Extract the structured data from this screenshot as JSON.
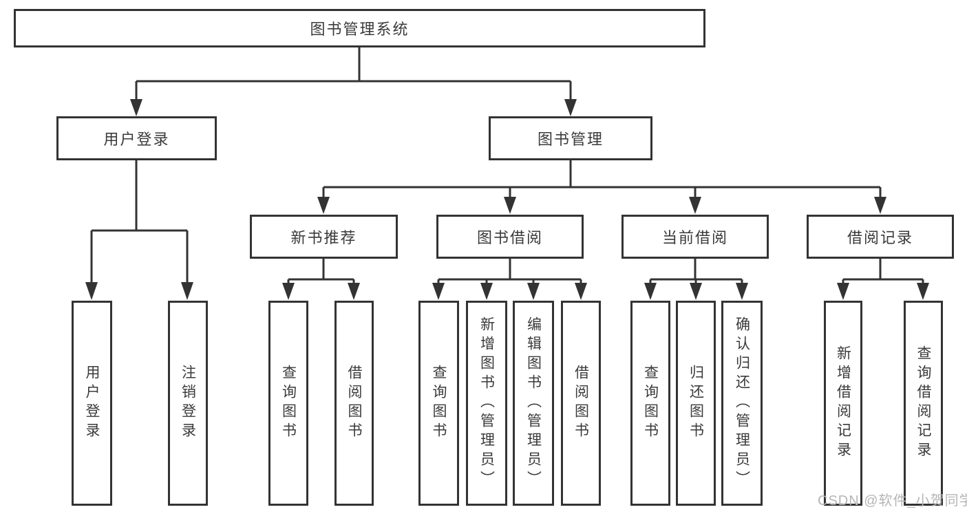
{
  "tree": {
    "label": "图书管理系统",
    "children": [
      {
        "label": "用户登录",
        "children": [
          {
            "label": "用户登录"
          },
          {
            "label": "注销登录"
          }
        ]
      },
      {
        "label": "图书管理",
        "children": [
          {
            "label": "新书推荐",
            "children": [
              {
                "label": "查询图书"
              },
              {
                "label": "借阅图书"
              }
            ]
          },
          {
            "label": "图书借阅",
            "children": [
              {
                "label": "查询图书"
              },
              {
                "label": "新增图书（管理员）"
              },
              {
                "label": "编辑图书（管理员）"
              },
              {
                "label": "借阅图书"
              }
            ]
          },
          {
            "label": "当前借阅",
            "children": [
              {
                "label": "查询图书"
              },
              {
                "label": "归还图书"
              },
              {
                "label": "确认归还（管理员）"
              }
            ]
          },
          {
            "label": "借阅记录",
            "children": [
              {
                "label": "新增借阅记录"
              },
              {
                "label": "查询借阅记录"
              }
            ]
          }
        ]
      }
    ]
  },
  "watermark": {
    "text": "CSDN @软件_小贺同学"
  },
  "colors": {
    "line": "#333333",
    "text": "#3a3a3a",
    "watermark": "#b5b5b5",
    "background": "#ffffff"
  }
}
